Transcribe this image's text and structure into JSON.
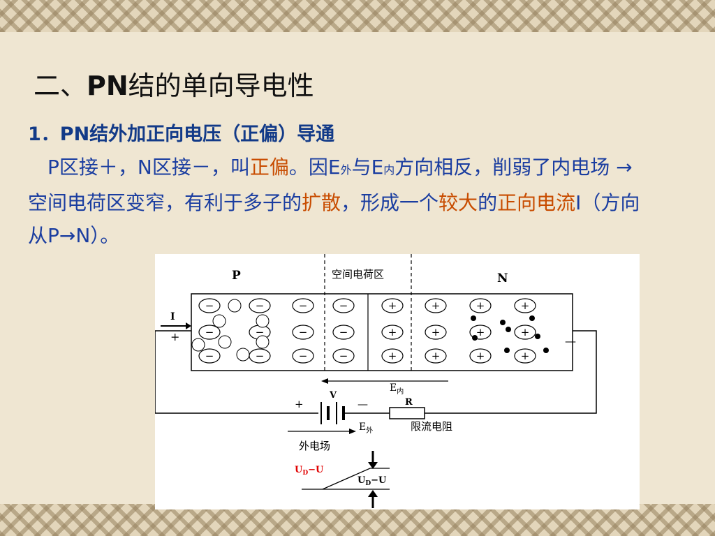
{
  "slide": {
    "title_prefix": "二、",
    "title_bold": "PN",
    "title_suffix": "结的单向导电性",
    "subheading": "1．PN结外加正向电压（正偏）导通",
    "paragraph": {
      "seg1": "　P区接＋，N区接－，叫",
      "seg2_hl": "正偏",
      "seg3": "。因E",
      "sub1": "外",
      "seg4": "与E",
      "sub2": "内",
      "seg5": "方向相反，削弱了内电场 → 空间电荷区变窄，有利于多子的",
      "seg6_hl": "扩散",
      "seg7": "，形成一个",
      "seg8_hl": "较大",
      "seg9": "的",
      "seg10_hl": "正向电流",
      "seg11": "I（方向从P→N）。"
    }
  },
  "diagram": {
    "label_p": "P",
    "label_n": "N",
    "label_space_charge": "空间电荷区",
    "label_current": "I",
    "label_plus": "+",
    "label_minus": "—",
    "label_e_inner": "E",
    "label_e_inner_sub": "内",
    "label_v": "V",
    "label_r": "R",
    "label_battery_plus": "+",
    "label_battery_minus": "—",
    "label_e_outer": "E",
    "label_e_outer_sub": "外",
    "label_resistor": "限流电阻",
    "label_outer_field": "外电场",
    "label_ud_u_red": "U",
    "label_ud_u_red_sub": "D",
    "label_ud_u_red_tail": "−U",
    "label_ud_u": "U",
    "label_ud_u_sub": "D",
    "label_ud_u_tail": "−U",
    "ion_minus": "−",
    "ion_plus": "+",
    "colors": {
      "red_label": "#e00000",
      "text_blue": "#1a3da0",
      "highlight": "#c84c00"
    }
  }
}
